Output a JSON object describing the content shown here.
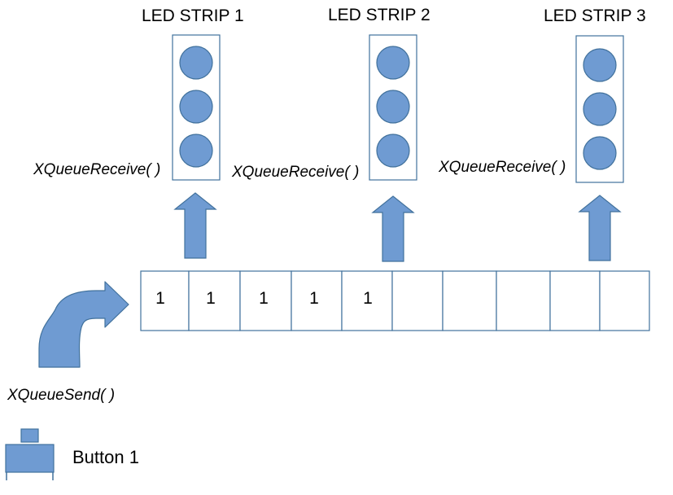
{
  "colors": {
    "shape_fill": "#6f9bd2",
    "shape_stroke": "#41719c",
    "box_stroke": "#41719c",
    "background": "#ffffff"
  },
  "strips": [
    {
      "title": "LED STRIP 1",
      "receive_label": "XQueueReceive( )",
      "led_count": 3
    },
    {
      "title": "LED STRIP 2",
      "receive_label": "XQueueReceive( )",
      "led_count": 3
    },
    {
      "title": "LED STRIP 3",
      "receive_label": "XQueueReceive( )",
      "led_count": 3
    }
  ],
  "queue": {
    "cells": [
      "1",
      "1",
      "1",
      "1",
      "1",
      "",
      "",
      "",
      "",
      ""
    ]
  },
  "send": {
    "label": "XQueueSend( )",
    "icon": "curved-arrow-icon"
  },
  "button": {
    "label": "Button 1",
    "icon": "push-button-icon"
  },
  "arrows": {
    "icon": "up-arrow-icon"
  }
}
